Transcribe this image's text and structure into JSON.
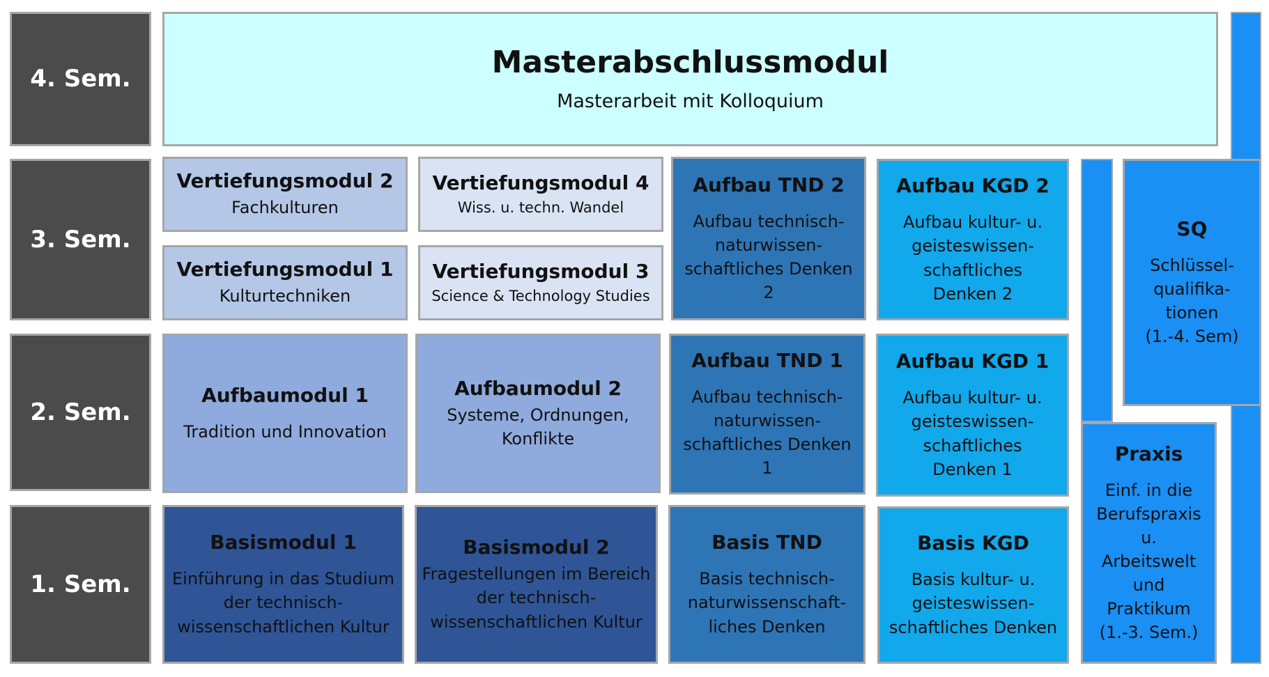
{
  "semesters": {
    "s4": "4. Sem.",
    "s3": "3. Sem.",
    "s2": "2. Sem.",
    "s1": "1. Sem."
  },
  "master": {
    "title": "Masterabschlussmodul",
    "sub": "Masterarbeit mit Kolloquium"
  },
  "vert2": {
    "title": "Vertiefungsmodul 2",
    "sub": "Fachkulturen"
  },
  "vert4": {
    "title": "Vertiefungsmodul 4",
    "sub": "Wiss. u. techn. Wandel"
  },
  "vert1": {
    "title": "Vertiefungsmodul 1",
    "sub": "Kulturtechniken"
  },
  "vert3": {
    "title": "Vertiefungsmodul 3",
    "sub": "Science & Technology Studies"
  },
  "tnd2": {
    "title": "Aufbau TND 2",
    "sub": "Aufbau technisch-\nnaturwissen-\nschaftliches Denken\n2"
  },
  "kgd2": {
    "title": "Aufbau KGD 2",
    "sub": "Aufbau kultur- u.\ngeisteswissen-\nschaftliches\nDenken 2"
  },
  "sq": {
    "title": "SQ",
    "sub": "Schlüssel-\nqualifika-\ntionen\n(1.-4. Sem)"
  },
  "aufbau1": {
    "title": "Aufbaumodul 1",
    "sub": "Tradition und Innovation"
  },
  "aufbau2": {
    "title": "Aufbaumodul 2",
    "sub": "Systeme, Ordnungen,\nKonflikte"
  },
  "tnd1": {
    "title": "Aufbau TND 1",
    "sub": "Aufbau technisch-\nnaturwissen-\nschaftliches Denken\n1"
  },
  "kgd1": {
    "title": "Aufbau KGD 1",
    "sub": "Aufbau kultur- u.\ngeisteswissen-\nschaftliches\nDenken 1"
  },
  "praxis": {
    "title": "Praxis",
    "sub": "Einf. in die\nBerufspraxis\nu.\nArbeitswelt\nund\nPraktikum\n(1.-3. Sem.)"
  },
  "basis1": {
    "title": "Basismodul 1",
    "sub": "Einführung in das Studium\nder technisch-\nwissenschaftlichen Kultur"
  },
  "basis2": {
    "title": "Basismodul 2",
    "sub": "Fragestellungen im Bereich\nder technisch-\nwissenschaftlichen Kultur"
  },
  "basistnd": {
    "title": "Basis TND",
    "sub": "Basis technisch-\nnaturwissenschaft-\nliches Denken"
  },
  "basiskgd": {
    "title": "Basis KGD",
    "sub": "Basis kultur- u.\ngeisteswissen-\nschaftliches Denken"
  },
  "colors": {
    "semester": "#4b4b4b",
    "master": "#ccffff",
    "vertiefung_a": "#b4c7e7",
    "vertiefung_b": "#dae3f3",
    "aufbau": "#8faadc",
    "basis": "#2f5597",
    "tnd": "#2e75b6",
    "kgd": "#11a8ec",
    "sq": "#1a8ff4"
  }
}
